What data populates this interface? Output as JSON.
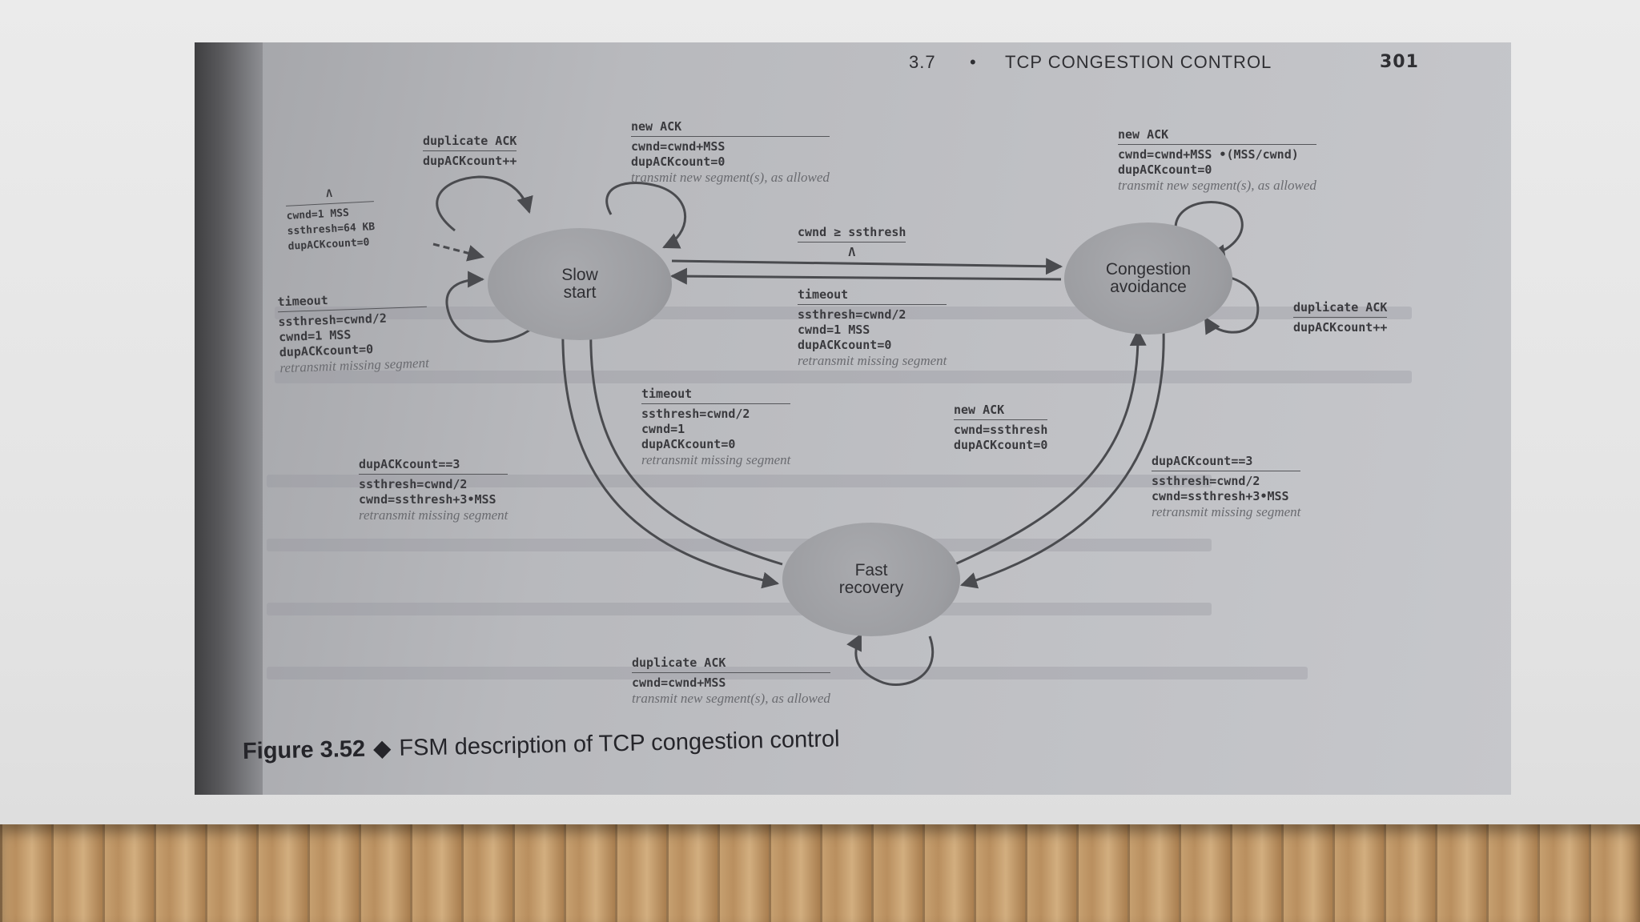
{
  "header": {
    "section": "3.7",
    "bullet": "•",
    "title": "TCP CONGESTION CONTROL",
    "page_number": "301"
  },
  "states": {
    "slow_start": {
      "line1": "Slow",
      "line2": "start"
    },
    "congestion_avoidance": {
      "line1": "Congestion",
      "line2": "avoidance"
    },
    "fast_recovery": {
      "line1": "Fast",
      "line2": "recovery"
    }
  },
  "transitions": {
    "init": {
      "event": "Λ",
      "actions": [
        "cwnd=1 MSS",
        "ssthresh=64 KB",
        "dupACKcount=0"
      ]
    },
    "ss_dup": {
      "event": "duplicate ACK",
      "actions": [
        "dupACKcount++"
      ]
    },
    "ss_new": {
      "event": "new ACK",
      "actions": [
        "cwnd=cwnd+MSS",
        "dupACKcount=0"
      ],
      "note": "transmit new segment(s), as allowed"
    },
    "ss_timeout": {
      "event": "timeout",
      "actions": [
        "ssthresh=cwnd/2",
        "cwnd=1 MSS",
        "dupACKcount=0"
      ],
      "note": "retransmit missing segment"
    },
    "ss_to_ca": {
      "event": "cwnd ≥ ssthresh",
      "actions": [
        "Λ"
      ]
    },
    "ca_to_ss": {
      "event": "timeout",
      "actions": [
        "ssthresh=cwnd/2",
        "cwnd=1 MSS",
        "dupACKcount=0"
      ],
      "note": "retransmit missing segment"
    },
    "ca_new": {
      "event": "new ACK",
      "actions": [
        "cwnd=cwnd+MSS •(MSS/cwnd)",
        "dupACKcount=0"
      ],
      "note": "transmit new segment(s), as allowed"
    },
    "ca_dup": {
      "event": "duplicate ACK",
      "actions": [
        "dupACKcount++"
      ]
    },
    "fr_to_ss": {
      "event": "timeout",
      "actions": [
        "ssthresh=cwnd/2",
        "cwnd=1",
        "dupACKcount=0"
      ],
      "note": "retransmit missing segment"
    },
    "ss_to_fr": {
      "event": "dupACKcount==3",
      "actions": [
        "ssthresh=cwnd/2",
        "cwnd=ssthresh+3•MSS"
      ],
      "note": "retransmit missing segment"
    },
    "fr_to_ca": {
      "event": "new ACK",
      "actions": [
        "cwnd=ssthresh",
        "dupACKcount=0"
      ]
    },
    "ca_to_fr": {
      "event": "dupACKcount==3",
      "actions": [
        "ssthresh=cwnd/2",
        "cwnd=ssthresh+3•MSS"
      ],
      "note": "retransmit missing segment"
    },
    "fr_dup": {
      "event": "duplicate ACK",
      "actions": [
        "cwnd=cwnd+MSS"
      ],
      "note": "transmit new segment(s), as allowed"
    }
  },
  "caption": {
    "label": "Figure 3.52",
    "diamond": "◆",
    "text": "FSM description of TCP congestion control"
  },
  "colors": {
    "page": "#bfc0c4",
    "state_fill": "#9c9da1",
    "ink": "#3a3a3e",
    "note_ink": "#6a6b70"
  }
}
